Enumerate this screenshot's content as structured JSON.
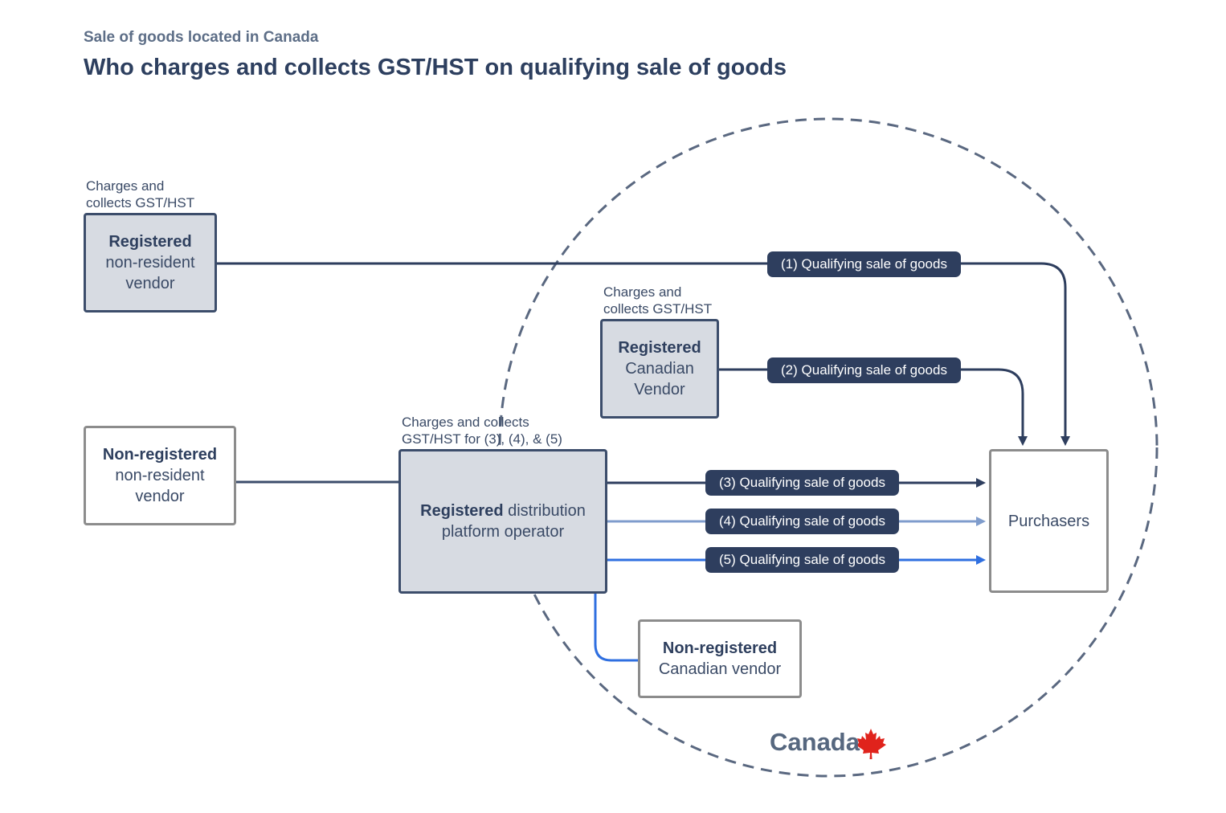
{
  "header": {
    "subtitle": "Sale of goods located in Canada",
    "title": "Who charges and collects GST/HST on qualifying sale of goods"
  },
  "boundary": {
    "label": "Canada",
    "icon": "maple-leaf-icon"
  },
  "nodes": {
    "registered_nonresident": {
      "bold": "Registered",
      "line2": "non-resident",
      "line3": "vendor",
      "note_line1": "Charges and",
      "note_line2": "collects GST/HST"
    },
    "registered_canadian": {
      "bold": "Registered",
      "line2": "Canadian",
      "line3": "Vendor",
      "note_line1": "Charges and",
      "note_line2": "collects GST/HST"
    },
    "nonregistered_nonresident": {
      "bold": "Non-registered",
      "line2": "non-resident",
      "line3": "vendor"
    },
    "platform_operator": {
      "bold": "Registered",
      "rest_line1": " distribution",
      "line2": "platform operator",
      "note_line1": "Charges and collects",
      "note_line2": "GST/HST for (3), (4), & (5)"
    },
    "nonregistered_canadian": {
      "bold": "Non-registered",
      "line2": "Canadian vendor"
    },
    "purchasers": {
      "label": "Purchasers"
    }
  },
  "flows": [
    {
      "label": "(1) Qualifying sale of goods",
      "color": "#2e3e5e"
    },
    {
      "label": "(2) Qualifying sale of goods",
      "color": "#2e3e5e"
    },
    {
      "label": "(3) Qualifying sale of goods",
      "color": "#2e3e5e"
    },
    {
      "label": "(4) Qualifying sale of goods",
      "color": "#7f9ccc"
    },
    {
      "label": "(5) Qualifying sale of goods",
      "color": "#2f6fe0"
    }
  ],
  "colors": {
    "navy": "#2e3e5e",
    "light_blue": "#7f9ccc",
    "bright_blue": "#2f6fe0",
    "registered_fill": "#d7dbe2",
    "dashed_circle": "#5a6880",
    "maple_leaf": "#e0231c"
  }
}
